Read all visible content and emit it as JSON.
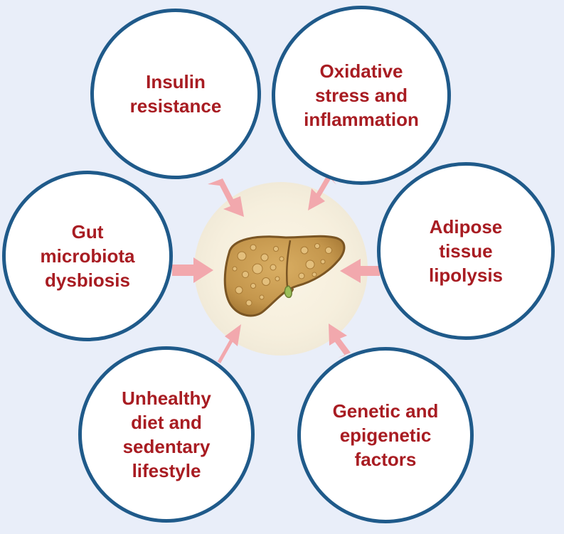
{
  "diagram": {
    "colors": {
      "background": "#e9eef9",
      "circle_border": "#1f5a8a",
      "circle_fill": "#ffffff",
      "label_text": "#a81c22",
      "arrow": "#f2a8ad",
      "center_glow": "#f8f1df",
      "liver_fill": "#c89a50",
      "liver_outline": "#7a5523"
    },
    "center": {
      "icon": "fatty-liver-icon"
    },
    "factors": [
      {
        "id": "insulin",
        "label": "Insulin\nresistance"
      },
      {
        "id": "oxidative",
        "label": "Oxidative\nstress and\ninflammation"
      },
      {
        "id": "adipose",
        "label": "Adipose\ntissue\nlipolysis"
      },
      {
        "id": "gut",
        "label": "Gut\nmicrobiota\ndysbiosis"
      },
      {
        "id": "diet",
        "label": "Unhealthy\ndiet and\nsedentary\nlifestyle"
      },
      {
        "id": "genetic",
        "label": "Genetic and\nepigenetic\nfactors"
      }
    ]
  }
}
